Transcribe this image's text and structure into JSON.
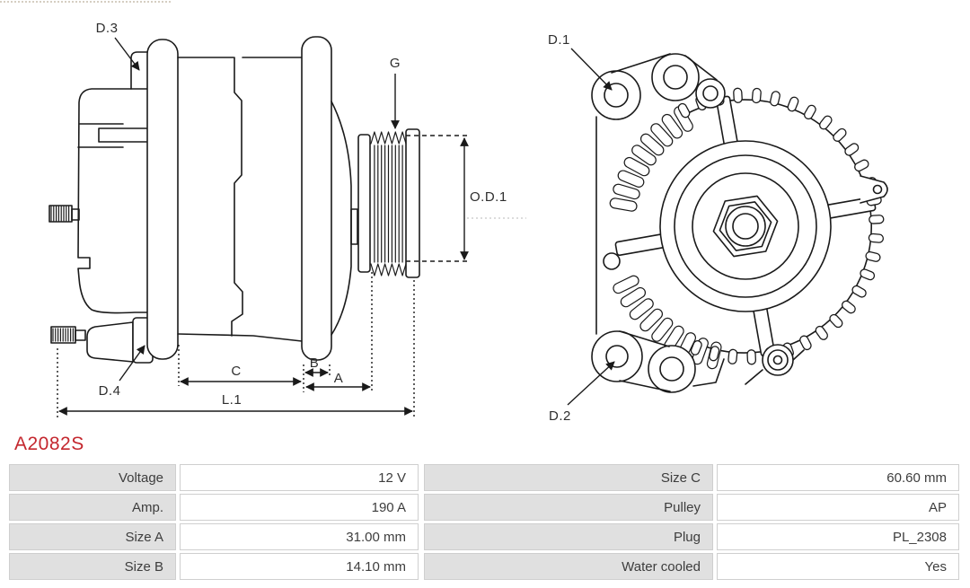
{
  "title": {
    "part_number": "A2082S"
  },
  "colors": {
    "accent": "#c4272e",
    "line": "#1a1a1a",
    "table_label_bg": "#e0e0e0",
    "table_border": "#cfcfcf",
    "faint_centerline": "#c8c8c8"
  },
  "diagram": {
    "labels": {
      "d1": "D.1",
      "d2": "D.2",
      "d3": "D.3",
      "d4": "D.4",
      "g": "G",
      "od1": "O.D.1",
      "a": "A",
      "b": "B",
      "c": "C",
      "l1": "L.1"
    }
  },
  "specs": {
    "left": [
      {
        "label": "Voltage",
        "value": "12 V"
      },
      {
        "label": "Amp.",
        "value": "190 A"
      },
      {
        "label": "Size A",
        "value": "31.00 mm"
      },
      {
        "label": "Size B",
        "value": "14.10 mm"
      }
    ],
    "right": [
      {
        "label": "Size C",
        "value": "60.60 mm"
      },
      {
        "label": "Pulley",
        "value": "AP"
      },
      {
        "label": "Plug",
        "value": "PL_2308"
      },
      {
        "label": "Water cooled",
        "value": "Yes"
      }
    ]
  }
}
